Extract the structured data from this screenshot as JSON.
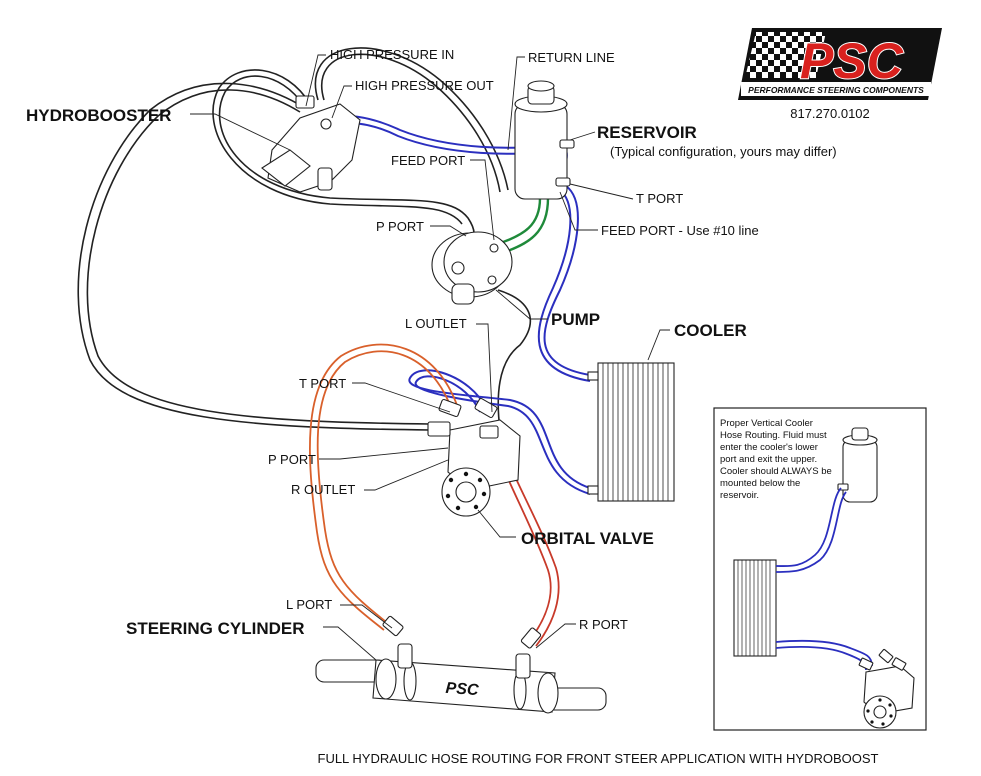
{
  "logo": {
    "text": "PSC",
    "tagline": "PERFORMANCE STEERING COMPONENTS",
    "phone": "817.270.0102"
  },
  "labels": {
    "high_pressure_in": "HIGH PRESSURE IN",
    "high_pressure_out": "HIGH PRESSURE OUT",
    "return_line": "RETURN LINE",
    "hydrobooster": "HYDROBOOSTER",
    "reservoir": "RESERVOIR",
    "reservoir_note": "(Typical configuration, yours may differ)",
    "feed_port_top": "FEED PORT",
    "t_port_reservoir": "T PORT",
    "feed_port_line": "FEED PORT - Use #10 line",
    "p_port_pump": "P  PORT",
    "pump": "PUMP",
    "cooler": "COOLER",
    "l_outlet": "L  OUTLET",
    "t_port_valve": "T PORT",
    "p_port_valve": "P  PORT",
    "r_outlet": "R OUTLET",
    "orbital_valve": "ORBITAL VALVE",
    "l_port": "L PORT",
    "steering_cylinder": "STEERING CYLINDER",
    "r_port": "R PORT",
    "cylinder_text": "PSC"
  },
  "inset_note": [
    "Proper Vertical Cooler",
    "Hose Routing.  Fluid must",
    "enter the cooler's lower",
    "port and exit the upper.",
    "Cooler should ALWAYS be",
    "mounted below the",
    "reservoir."
  ],
  "caption": "FULL HYDRAULIC HOSE ROUTING FOR FRONT STEER APPLICATION WITH HYDROBOOST",
  "colors": {
    "return_hose": "#2b2fbf",
    "feed_hose": "#1f8a3a",
    "steering_hose": "#d9602b",
    "pressure_hose": "#222222",
    "logo_red": "#d9211e"
  }
}
